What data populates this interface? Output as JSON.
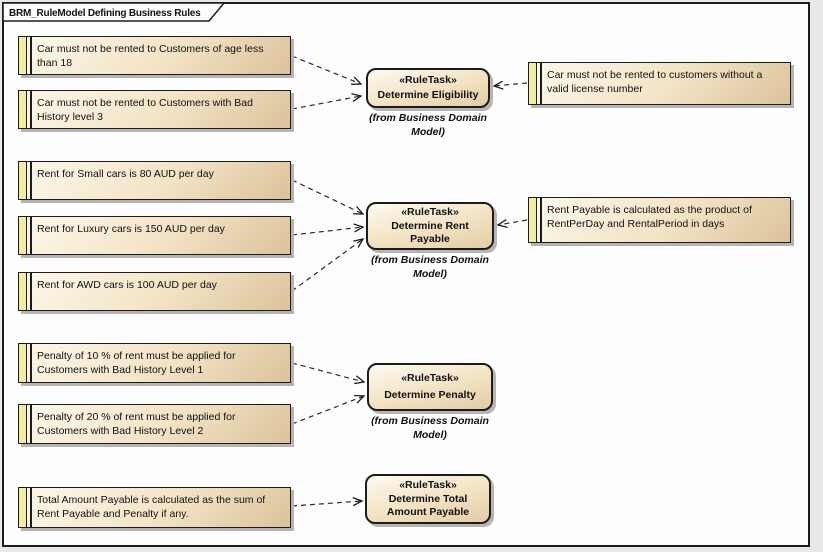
{
  "frame": {
    "title": "BRM_RuleModel Defining Business Rules"
  },
  "colors": {
    "element_border": "#1C1C1C",
    "element_fill_light": "#FDF8EC",
    "element_fill_dark": "#DBC29B",
    "rule_strip_yellow": "#F3EDA0",
    "shadow_gray": "#B5B5B5",
    "canvas_white": "#FDFDFD"
  },
  "left_notes": [
    {
      "text": "Car must not be rented to Customers of age less than 18"
    },
    {
      "text": "Car must not be rented to Customers with Bad History level 3"
    },
    {
      "text": "Rent for Small cars is 80 AUD per day"
    },
    {
      "text": "Rent for Luxury cars is 150 AUD per day"
    },
    {
      "text": "Rent for AWD cars is 100 AUD per day"
    },
    {
      "text": "Penalty of 10 % of rent must be applied for Customers with Bad History Level 1"
    },
    {
      "text": "Penalty of 20 % of rent must be applied for Customers with Bad History Level 2"
    },
    {
      "text": "Total Amount Payable is calculated as the sum of Rent Payable and Penalty if any."
    }
  ],
  "right_notes": [
    {
      "text": "Car must not be rented to customers without a valid license number"
    },
    {
      "text": "Rent Payable is calculated as the product of RentPerDay and RentalPeriod in days"
    }
  ],
  "tasks": [
    {
      "stereotype": "«RuleTask»",
      "name": "Determine Eligibility",
      "from": "(from Business Domain Model)"
    },
    {
      "stereotype": "«RuleTask»",
      "name": "Determine Rent Payable",
      "from": "(from Business Domain Model)"
    },
    {
      "stereotype": "«RuleTask»",
      "name": "Determine Penalty",
      "from": "(from Business Domain Model)"
    },
    {
      "stereotype": "«RuleTask»",
      "name": "Determine Total Amount Payable"
    }
  ],
  "connections": [
    {
      "from": "left_notes.0",
      "to": "tasks.0"
    },
    {
      "from": "left_notes.1",
      "to": "tasks.0"
    },
    {
      "from": "right_notes.0",
      "to": "tasks.0"
    },
    {
      "from": "left_notes.2",
      "to": "tasks.1"
    },
    {
      "from": "left_notes.3",
      "to": "tasks.1"
    },
    {
      "from": "left_notes.4",
      "to": "tasks.1"
    },
    {
      "from": "right_notes.1",
      "to": "tasks.1"
    },
    {
      "from": "left_notes.5",
      "to": "tasks.2"
    },
    {
      "from": "left_notes.6",
      "to": "tasks.2"
    },
    {
      "from": "left_notes.7",
      "to": "tasks.3"
    }
  ]
}
